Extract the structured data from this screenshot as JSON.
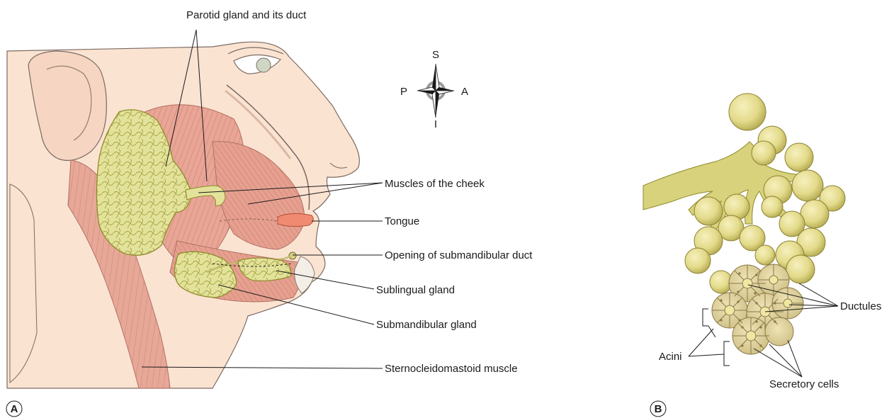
{
  "panel_a": {
    "letter": "A",
    "labels": {
      "parotid": "Parotid gland and its duct",
      "cheek_muscles": "Muscles of the cheek",
      "tongue": "Tongue",
      "submandibular_duct_opening": "Opening of submandibular duct",
      "sublingual": "Sublingual gland",
      "submandibular": "Submandibular gland",
      "sternocleidomastoid": "Sternocleidomastoid muscle"
    },
    "compass": {
      "superior": "S",
      "inferior": "I",
      "posterior": "P",
      "anterior": "A"
    }
  },
  "panel_b": {
    "letter": "B",
    "labels": {
      "ductules": "Ductules",
      "acini": "Acini",
      "secretory_cells": "Secretory cells"
    }
  },
  "colors": {
    "skin": "#fbe3d2",
    "muscle": "#e9a596",
    "muscle_line": "#c98474",
    "gland": "#e3e29a",
    "gland_line": "#9a9a3a",
    "tongue": "#f08a70",
    "acinus_fill": "#e4dc90",
    "acinus_shadow": "#b8ae55",
    "secretory": "#d8ca95",
    "duct": "#d9d27c",
    "outline": "#5a5a5a"
  }
}
